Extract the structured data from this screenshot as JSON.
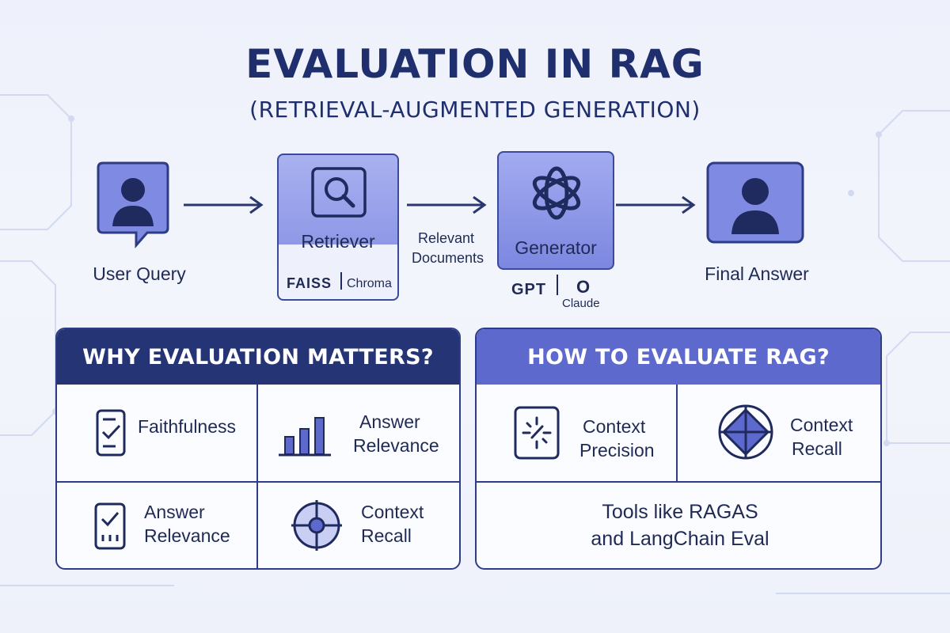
{
  "title": "EVALUATION IN RAG",
  "subtitle": "(RETRIEVAL-AUGMENTED GENERATION)",
  "pipeline": {
    "user_query": "User Query",
    "retriever": "Retriever",
    "retriever_tools": [
      "FAISS",
      "Chroma"
    ],
    "relevant_docs_line1": "Relevant",
    "relevant_docs_line2": "Documents",
    "generator": "Generator",
    "generator_models": [
      "GPT",
      "O",
      "Claude"
    ],
    "final_answer": "Final Answer"
  },
  "why_panel": {
    "heading": "WHY EVALUATION MATTERS?",
    "items": [
      {
        "label": "Faithfulness",
        "icon": "checklist-document-icon"
      },
      {
        "label_line1": "Answer",
        "label_line2": "Relevance",
        "icon": "bar-chart-icon"
      },
      {
        "label_line1": "Answer",
        "label_line2": "Relevance",
        "icon": "clipboard-check-icon"
      },
      {
        "label_line1": "Context",
        "label_line2": "Recall",
        "icon": "crosshair-target-icon"
      }
    ]
  },
  "how_panel": {
    "heading": "HOW TO EVALUATE RAG?",
    "items": [
      {
        "label_line1": "Context",
        "label_line2": "Precision",
        "icon": "precision-burst-icon"
      },
      {
        "label_line1": "Context",
        "label_line2": "Recall",
        "icon": "target-icon"
      }
    ],
    "tools_line1": "Tools like RAGAS",
    "tools_line2": "and LangChain Eval"
  },
  "colors": {
    "dark_navy": "#243475",
    "accent_blue": "#5d69cc",
    "node_fill": "#8e98e6"
  }
}
